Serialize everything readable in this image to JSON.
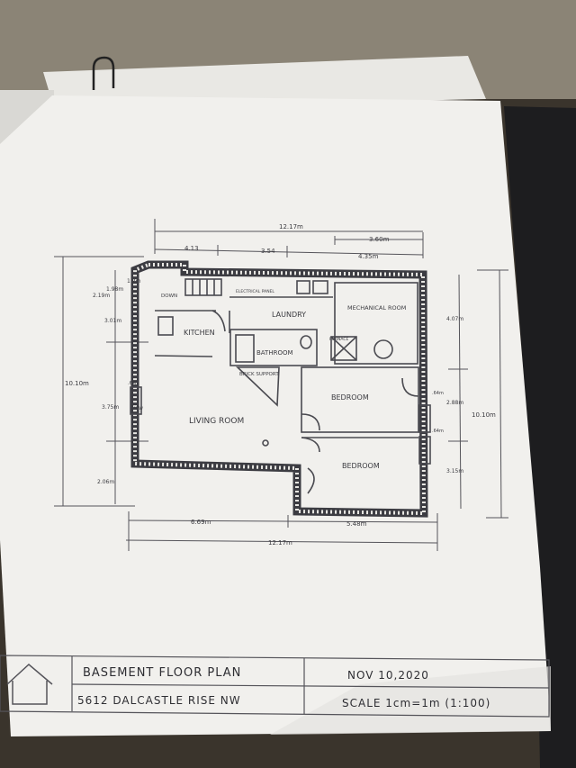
{
  "overall": {
    "width_top": "12.17m",
    "width_bottom": "12.17m",
    "height_left": "10.10m",
    "height_right": "10.10m"
  },
  "top_dims": {
    "left": "4.13",
    "mid": "3.54",
    "right": "4.35m",
    "inner": "3.60m"
  },
  "left_dims": {
    "d1": "1.2m",
    "d2": "1.98m",
    "d3": "2.19m",
    "d4": "3.01m",
    "d5": "3.75m",
    "d6": "2.06m",
    "window_a": ".64m"
  },
  "right_dims": {
    "d1": "4.07m",
    "d2": "2.88m",
    "d3": "3.15m",
    "window_a": ".64m",
    "window_b": ".64m"
  },
  "bottom_dims": {
    "left": "6.69m",
    "right": "5.48m"
  },
  "rooms": {
    "laundry": "LAUNDRY",
    "mechanical": "MECHANICAL ROOM",
    "kitchen": "KITCHEN",
    "bathroom": "BATHROOM",
    "brick": "BRICK SUPPORT",
    "living": "LIVING ROOM",
    "bedroom1": "BEDROOM",
    "bedroom2": "BEDROOM",
    "electrical": "ELECTRICAL PANEL",
    "furnace": "FURNACE",
    "down": "DOWN",
    "ww": "W.W"
  },
  "title_block": {
    "title": "BASEMENT FLOOR PLAN",
    "address": "5612 DALCASTLE RISE NW",
    "date": "NOV 10,2020",
    "scale": "SCALE 1cm=1m (1:100)"
  }
}
